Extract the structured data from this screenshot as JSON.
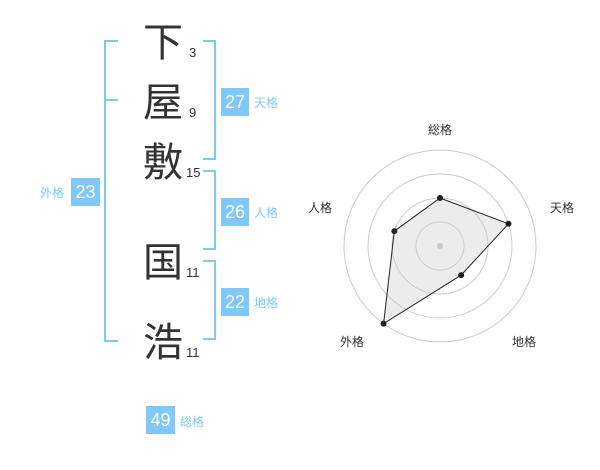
{
  "name": {
    "chars": [
      {
        "char": "下",
        "strokes": "3"
      },
      {
        "char": "屋",
        "strokes": "9"
      },
      {
        "char": "敷",
        "strokes": "15"
      },
      {
        "char": "国",
        "strokes": "11"
      },
      {
        "char": "浩",
        "strokes": "11"
      }
    ]
  },
  "grids": {
    "tenkaku": {
      "value": "27",
      "label": "天格"
    },
    "jinkaku": {
      "value": "26",
      "label": "人格"
    },
    "chikaku": {
      "value": "22",
      "label": "地格"
    },
    "gaikaku": {
      "value": "23",
      "label": "外格"
    },
    "soukaku": {
      "value": "49",
      "label": "総格"
    }
  },
  "chart_data": {
    "type": "radar",
    "axes": [
      "総格",
      "天格",
      "地格",
      "外格",
      "人格"
    ],
    "rings": 4,
    "values": [
      2,
      3,
      1.5,
      4,
      2
    ]
  }
}
